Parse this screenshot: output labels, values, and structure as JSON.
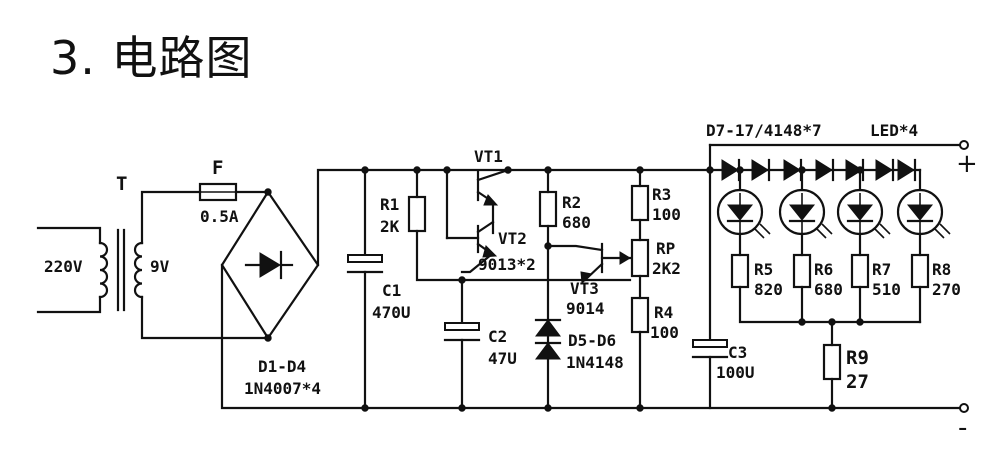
{
  "heading": "3. 电路图",
  "labels": {
    "mains": "220V",
    "transformer": "T",
    "secondary": "9V",
    "fuse": "F",
    "fuse_rating": "0.5A",
    "bridge": "D1-D4",
    "bridge_part": "1N4007*4",
    "c1": "C1",
    "c1_value": "470U",
    "r1": "R1",
    "r1_value": "2K",
    "vt1": "VT1",
    "vt2": "VT2",
    "vt12_part": "9013*2",
    "c2": "C2",
    "c2_value": "47U",
    "r2": "R2",
    "r2_value": "680",
    "vt3": "VT3",
    "vt3_part": "9014",
    "d56": "D5-D6",
    "d56_part": "1N4148",
    "r3": "R3",
    "r3_value": "100",
    "rp": "RP",
    "rp_value": "2K2",
    "r4": "R4",
    "r4_value": "100",
    "c3": "C3",
    "c3_value": "100U",
    "diode_string": "D7-17/4148*7",
    "led_count": "LED*4",
    "r5": "R5",
    "r5_value": "820",
    "r6": "R6",
    "r6_value": "680",
    "r7": "R7",
    "r7_value": "510",
    "r8": "R8",
    "r8_value": "270",
    "r9": "R9",
    "r9_value": "27",
    "plus": "+",
    "minus": "-"
  }
}
